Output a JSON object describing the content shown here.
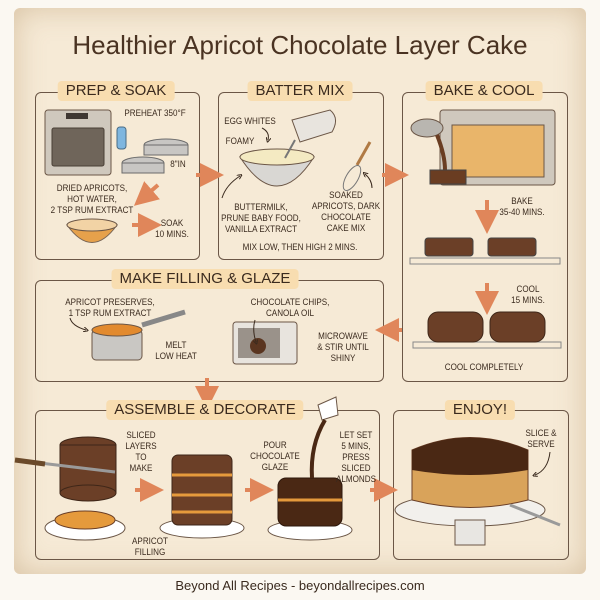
{
  "title": "Healthier Apricot Chocolate Layer Cake",
  "panels": {
    "prep": {
      "header": "PREP & SOAK",
      "preheat": "PREHEAT 350°F",
      "pan_size": "8\"IN",
      "ingredients": "DRIED APRICOTS,\nHOT WATER,\n2 TSP RUM EXTRACT",
      "soak": "SOAK\n10 MINS."
    },
    "batter": {
      "header": "BATTER MIX",
      "egg_whites": "EGG WHITES",
      "foamy": "FOAMY",
      "wet": "BUTTERMILK,\nPRUNE BABY FOOD,\nVANILLA EXTRACT",
      "dry": "SOAKED\nAPRICOTS, DARK\nCHOCOLATE\nCAKE MIX",
      "mix": "MIX LOW, THEN HIGH 2 MINS."
    },
    "bake": {
      "header": "BAKE & COOL",
      "bake": "BAKE\n35-40 MINS.",
      "cool": "COOL\n15 MINS.",
      "cool_completely": "COOL COMPLETELY"
    },
    "filling": {
      "header": "MAKE FILLING & GLAZE",
      "preserves": "APRICOT PRESERVES,\n1 TSP RUM EXTRACT",
      "melt": "MELT\nLOW HEAT",
      "chips": "CHOCOLATE CHIPS,\nCANOLA OIL",
      "microwave": "MICROWAVE\n& STIR UNTIL\nSHINY"
    },
    "assemble": {
      "header": "ASSEMBLE & DECORATE",
      "sliced": "SLICED\nLAYERS\nTO\nMAKE",
      "apricot_filling": "APRICOT\nFILLING",
      "pour": "POUR\nCHOCOLATE\nGLAZE",
      "let_set": "LET SET\n5 MINS,\nPRESS\nSLICED\nALMONDS"
    },
    "enjoy": {
      "header": "ENJOY!",
      "serve": "SLICE &\nSERVE"
    }
  },
  "footer": "Beyond All Recipes - beyondallrecipes.com",
  "colors": {
    "arrow": "#e0865a",
    "chocolate": "#5a3520",
    "apricot": "#e59a3c",
    "header_bg": "#f8ddb0"
  }
}
